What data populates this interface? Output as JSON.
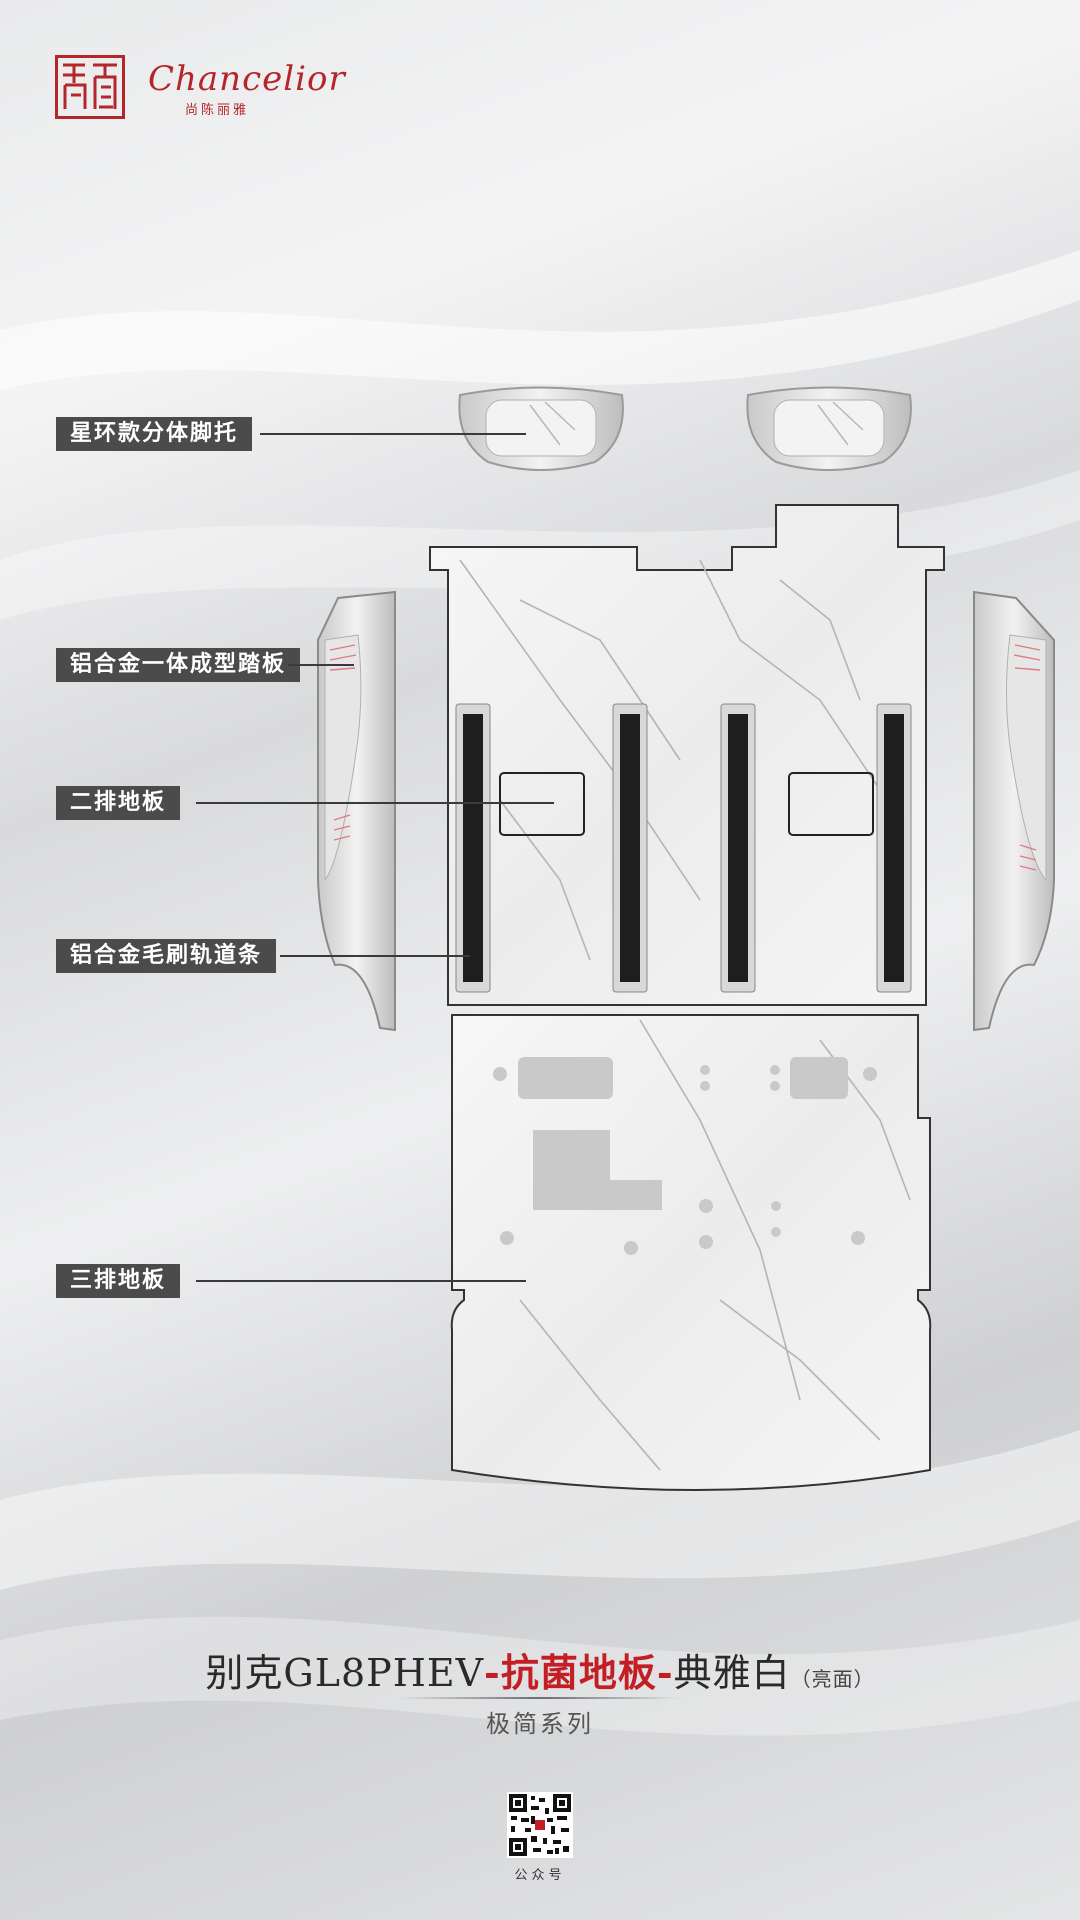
{
  "brand": {
    "wordmark": "Chancelior",
    "chinese_name": "尚陈丽雅",
    "seal_text": "尚陈丽雅",
    "color": "#b5262b"
  },
  "callouts": [
    {
      "id": "footrest",
      "label": "星环款分体脚托"
    },
    {
      "id": "side-step",
      "label": "铝合金一体成型踏板"
    },
    {
      "id": "second-row",
      "label": "二排地板"
    },
    {
      "id": "brush-rail",
      "label": "铝合金毛刷轨道条"
    },
    {
      "id": "third-row",
      "label": "三排地板"
    }
  ],
  "title": {
    "model": "别克GL8PHEV",
    "dash1": "-",
    "highlight": "抗菌地板",
    "dash2": "-",
    "color_name": "典雅白",
    "finish": "（亮面）",
    "highlight_color": "#c41e25"
  },
  "subtitle": "极简系列",
  "qr_caption": "公众号",
  "colors": {
    "label_bg": "#4b4b4b",
    "marble": "#f2f2f2",
    "rail": "#1e1e1e",
    "accent_red": "#c41e25"
  }
}
